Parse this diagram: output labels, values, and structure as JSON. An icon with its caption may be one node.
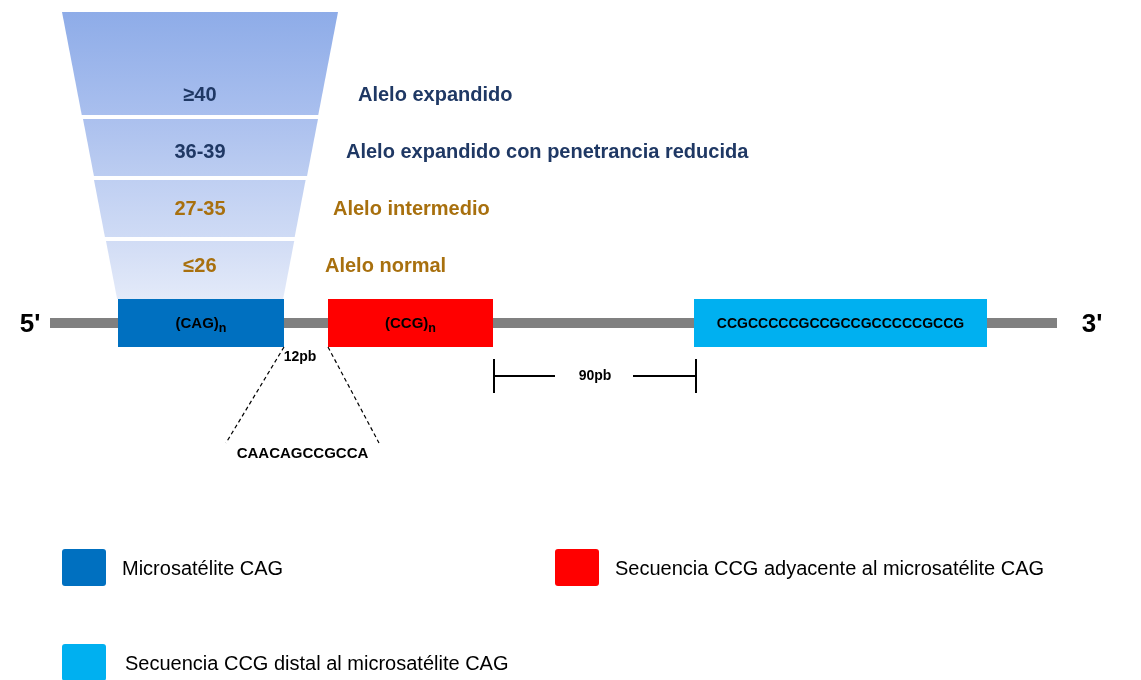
{
  "diagram": {
    "nodes": [
      {
        "text": [
          "≥40"
        ],
        "beside": [
          "Alelo expandido"
        ]
      },
      {
        "text": [
          "36-39"
        ],
        "beside": [
          "Alelo expandido con penetrancia reducida"
        ]
      },
      {
        "text": [
          "27-35"
        ],
        "beside": [
          "Alelo intermedio"
        ]
      },
      {
        "text": [
          "≤26"
        ],
        "beside": [
          "Alelo normal"
        ]
      },
      {
        "text": [
          "(CAG)$_{n}$"
        ]
      },
      {
        "text": [
          "(CCG)$_{n}$"
        ]
      },
      {
        "text": [
          "CCGCCCCCGCCGCCGCCCCCGCCG"
        ]
      },
      {
        "text": [
          "CAACAGCCGCCA"
        ]
      }
    ],
    "edges": [
      {
        "from": 4,
        "to": 7,
        "arrow": "none",
        "style": "dashed"
      },
      {
        "from": 5,
        "to": 7,
        "arrow": "none",
        "style": "dashed"
      }
    ],
    "labels": [
      "5'",
      "3'",
      "12pb",
      "90pb"
    ],
    "legend": [
      {
        "text": "Microsatélite CAG",
        "color": "#0070c0"
      },
      {
        "text": "Secuencia CCG adyacente al microsatélite CAG",
        "color": "#ff0000"
      },
      {
        "text": "Secuencia CCG distal al microsatélite CAG",
        "color": "#00b0f0"
      }
    ]
  }
}
